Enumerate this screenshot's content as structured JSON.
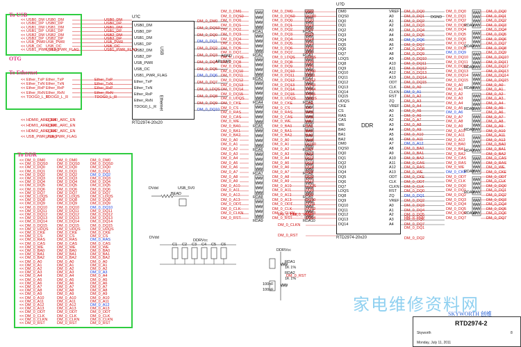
{
  "sections": {
    "usb_title": "To USB",
    "otg_title": "OTG",
    "ethernet_title": "To Ethernet",
    "ddr_title": "To DDR"
  },
  "chips": {
    "left_ref": "U?C",
    "left_part": "RTD2974-20x20",
    "left_block_usb": "USB",
    "left_block_eth": "Ethernet",
    "right_ref": "U?D",
    "right_block": "DDR",
    "right_part": "RTD2974-20x20"
  },
  "usb_signals": [
    "USB0_DM",
    "USB0_DP",
    "USB1_DM",
    "USB1_DP",
    "USB2_DM",
    "USB2_DP",
    "USB_PWR",
    "USB_OC",
    "USB1_PWR_FLAG"
  ],
  "eth_signals": [
    "Ether_TxP",
    "Ether_TxN",
    "Ether_RxP",
    "Ether_RxN",
    "TDOG0_L_R"
  ],
  "hdmi_signals": [
    "HDMI0_ARC_EN",
    "HDMI1_ARC_EN",
    "HDMI2_ARC_EN",
    "USB_PWR_FLAG"
  ],
  "ddr_left_nets": [
    "DM_0_DM0",
    "DM_0_DQS0",
    "DM_0_DQ0",
    "DM_0_DQ1",
    "DM_0_DQ2",
    "DM_0_DQ3",
    "DM_0_DQ4",
    "DM_0_DQ5",
    "DM_0_DQ6",
    "DM_0_DQ7",
    "DM_0_LDQS",
    "DM_0_DQ8",
    "DM_0_DQ9",
    "DM_0_DQ10",
    "DM_0_DQ11",
    "DM_0_DQ12",
    "DM_0_DQ13",
    "DM_0_DQ14",
    "DM_0_DQ15",
    "DM_0_UDQS",
    "DM_0_CKE",
    "DM_0_CS",
    "DM_0_RAS",
    "DM_0_CAS",
    "DM_0_WE",
    "DM_0_BA0",
    "DM_0_BA1",
    "DM_0_BA2",
    "DM_0_A0",
    "DM_0_A1",
    "DM_0_A2",
    "DM_0_A3",
    "DM_0_A4",
    "DM_0_A5",
    "DM_0_A6",
    "DM_0_A7",
    "DM_0_A8",
    "DM_0_A9",
    "DM_0_A10",
    "DM_0_A11",
    "DM_0_A12",
    "DM_0_A13",
    "DM_0_ODT",
    "DM_0_CLK",
    "DM_0_CLKN",
    "DM_0_RST"
  ],
  "ddr_chip_pins_left": [
    "DM0",
    "DQS0",
    "DQ0",
    "DQ1",
    "DQ2",
    "DQ3",
    "DQ4",
    "DQ5",
    "DQ6",
    "DQ7",
    "LDQS",
    "DQ8",
    "DQ9",
    "DQ10",
    "DQ11",
    "DQ12",
    "DQ13",
    "DQ14",
    "DQ15",
    "UDQS",
    "CKE",
    "CS",
    "RAS",
    "CAS",
    "WE",
    "BA0",
    "BA1",
    "BA2"
  ],
  "ddr_chip_pins_right": [
    "VREF",
    "A0",
    "A1",
    "A2",
    "A3",
    "A4",
    "A5",
    "A6",
    "A7",
    "A8",
    "A9",
    "A10",
    "A11",
    "A12",
    "A13",
    "ODT",
    "CLK",
    "CLKN",
    "RST",
    "ZQ"
  ],
  "ddr_far_right_nets": [
    "DM_0_DQ0",
    "DM_0_DQ1",
    "DM_0_DQ2",
    "DM_0_DQ3",
    "DM_0_DQ4",
    "DM_0_DQ5",
    "DM_0_DQ6",
    "DM_0_DQ7",
    "DM_0_DQ8",
    "DM_0_DQ9",
    "DM_0_DQ10",
    "DM_0_DQ11",
    "DM_0_DQ12",
    "DM_0_DQ13",
    "DM_0_DQ14",
    "DM_0_DQ15",
    "DM_0_A0",
    "DM_0_A1",
    "DM_0_A2",
    "DM_0_A3",
    "DM_0_A4",
    "DM_0_A5",
    "DM_0_A6",
    "DM_0_A7",
    "DM_0_A8",
    "DM_0_A9",
    "DM_0_A10",
    "DM_0_A11",
    "DM_0_A12",
    "DM_0_BA0",
    "DM_0_BA1",
    "DM_0_BA2",
    "DM_0_CAS",
    "DM_0_RAS",
    "DM_0_WE",
    "DM_0_CKE",
    "DM_0_ODT",
    "DM_0_CLK"
  ],
  "power": {
    "usb_vcc": "USB_5V0",
    "bead": "BEAD",
    "ddr_vcc": "DDRVcc",
    "ddr_vcc2": "DDRVcc",
    "dvdd": "DVdd",
    "dvdd2": "DVdd",
    "dgnd": "DGND",
    "agnd": "AGND",
    "aplgnd": "APLGND",
    "dm_rst": "DM_0_RST",
    "vref": "DM_0_VREF"
  },
  "resistor_labels": [
    "RDA1",
    "RDA2",
    "RDA3",
    "RDA4",
    "RDA5",
    "RDA6",
    "RDA7",
    "RDA8",
    "RDA9",
    "RDA10"
  ],
  "capacitors": [
    "C1",
    "C2",
    "C3",
    "C4",
    "C5",
    "C6"
  ],
  "vref_parts": [
    "RDA1",
    "1K 1%",
    "RDA2",
    "1K 1%",
    "100nF",
    "100nF"
  ],
  "titleblock": {
    "brand": "SKYWORTH 创维",
    "title": "RTD2974-2",
    "sheet": "8",
    "date": "Monday, July 11, 2011",
    "company": "Skyworth"
  },
  "watermark": "家电维修资料网",
  "colors": {
    "net": "#d01010",
    "special_net": "#1a3ad8",
    "box": "#2ecc40",
    "title_pink": "#e0307a",
    "wire": "#222222"
  }
}
